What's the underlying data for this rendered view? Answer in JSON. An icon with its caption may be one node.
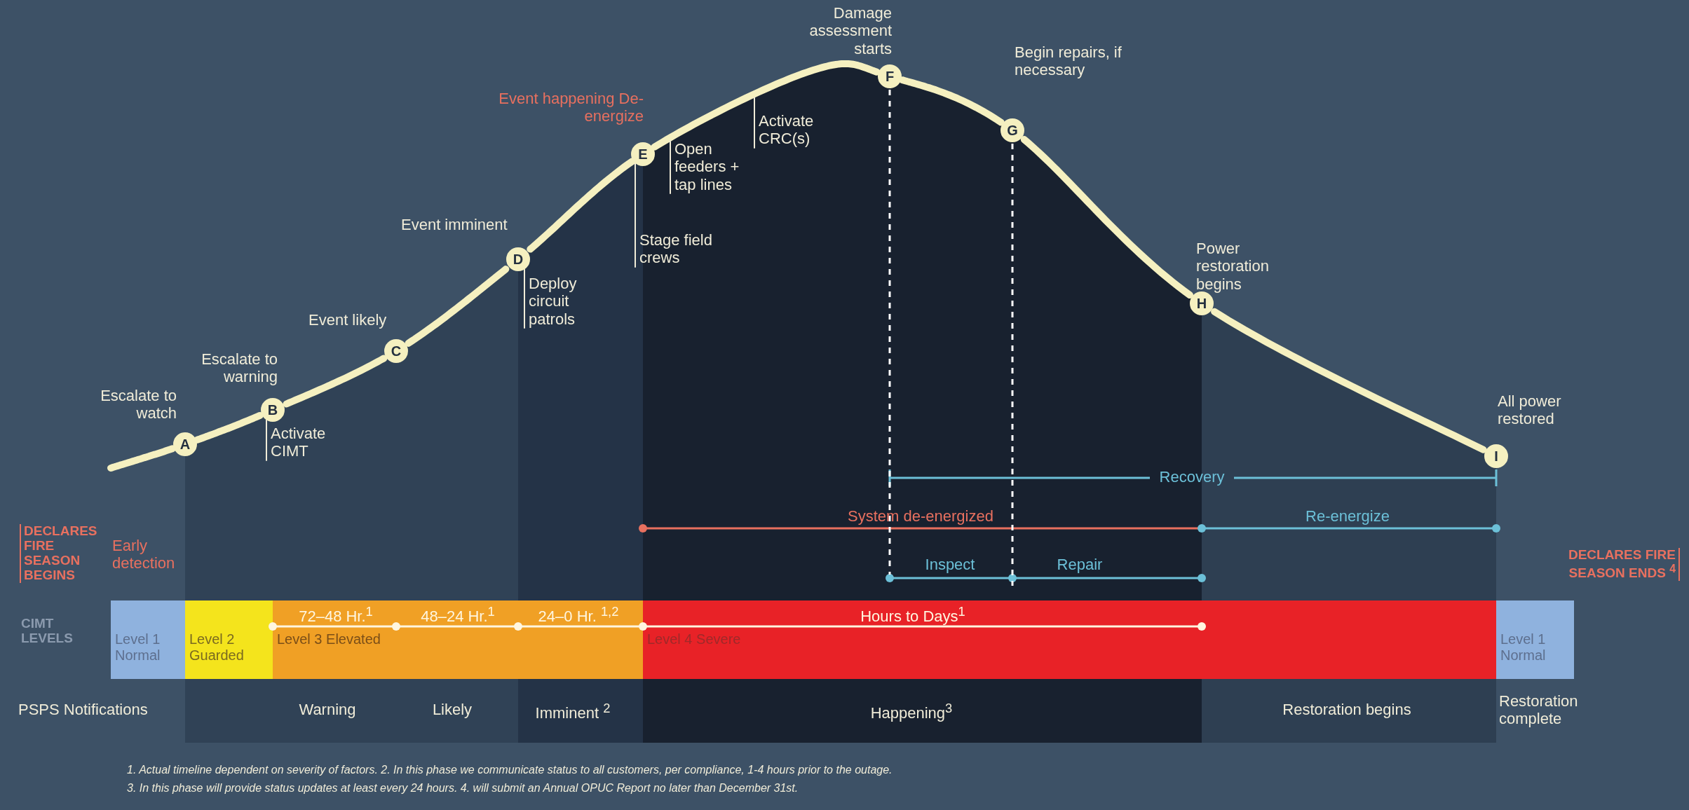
{
  "diagram": {
    "nodes": [
      {
        "text": [
          "A"
        ],
        "beside": [
          "Escalate to watch"
        ]
      },
      {
        "text": [
          "B"
        ],
        "beside": [
          "Escalate to warning"
        ]
      },
      {
        "text": [
          "C"
        ],
        "beside": [
          "Event likely"
        ]
      },
      {
        "text": [
          "D"
        ],
        "beside": [
          "Event imminent"
        ]
      },
      {
        "text": [
          "E"
        ],
        "beside": [
          "Event happening De-energize"
        ]
      },
      {
        "text": [
          "F"
        ],
        "beside": [
          "Damage assessment starts"
        ]
      },
      {
        "text": [
          "G"
        ],
        "beside": [
          "Begin repairs, if necessary"
        ]
      },
      {
        "text": [
          "H"
        ],
        "beside": [
          "Power restoration begins"
        ]
      },
      {
        "text": [
          "I"
        ],
        "beside": [
          "All power restored"
        ]
      },
      {
        "text": [
          "Activate CIMT"
        ]
      },
      {
        "text": [
          "Deploy circuit patrols"
        ]
      },
      {
        "text": [
          "Stage field crews"
        ]
      },
      {
        "text": [
          "Open feeders + tap lines"
        ]
      },
      {
        "text": [
          "Activate CRC(s)"
        ]
      },
      {
        "text": [
          "Level 1 Normal"
        ]
      },
      {
        "text": [
          "Level 2 Guarded"
        ]
      },
      {
        "text": [
          "Level 3 Elevated"
        ]
      },
      {
        "text": [
          "Level 4 Severe"
        ]
      },
      {
        "text": [
          "Level 1 Normal"
        ]
      }
    ],
    "edges": [
      {
        "from": null,
        "to": 0,
        "arrow": "none"
      },
      {
        "from": 0,
        "to": 1,
        "arrow": "none"
      },
      {
        "from": 1,
        "to": 2,
        "arrow": "none"
      },
      {
        "from": 2,
        "to": 3,
        "arrow": "none"
      },
      {
        "from": 3,
        "to": 4,
        "arrow": "none"
      },
      {
        "from": 4,
        "to": 5,
        "arrow": "none"
      },
      {
        "from": 5,
        "to": 6,
        "arrow": "none"
      },
      {
        "from": 6,
        "to": 7,
        "arrow": "none"
      },
      {
        "from": 7,
        "to": 8,
        "arrow": "none"
      },
      {
        "from": 9,
        "to": 1,
        "arrow": "none"
      },
      {
        "from": 10,
        "to": 3,
        "arrow": "none"
      },
      {
        "from": 11,
        "to": 4,
        "arrow": "none"
      },
      {
        "from": 12,
        "to": null,
        "arrow": "none"
      },
      {
        "from": 13,
        "to": null,
        "arrow": "none"
      }
    ],
    "labels": [
      "DECLARES FIRE SEASON BEGINS",
      "Early detection",
      "Recovery",
      "System de-energized",
      "Re-energize",
      "Inspect",
      "Repair",
      "DECLARES FIRE SEASON ENDS $^{4}$",
      "72–48 Hr.$^{1}$",
      "48–24 Hr.$^{1}$",
      "24–0 Hr. $^{1,2}$",
      "Hours to Days$^{1}$",
      "CIMT LEVELS",
      "PSPS Notifications",
      "Warning",
      "Likely",
      "Imminent $^{2}$",
      "Happening$^{3}$",
      "Restoration begins",
      "Restoration complete",
      "1. Actual timeline dependent on severity of factors.  2. In this phase we communicate status to all customers, per compliance, 1-4 hours prior to the outage.",
      "3. In this phase will provide status updates at least every 24 hours.  4. will submit an Annual OPUC Report no later than December 31st."
    ]
  }
}
